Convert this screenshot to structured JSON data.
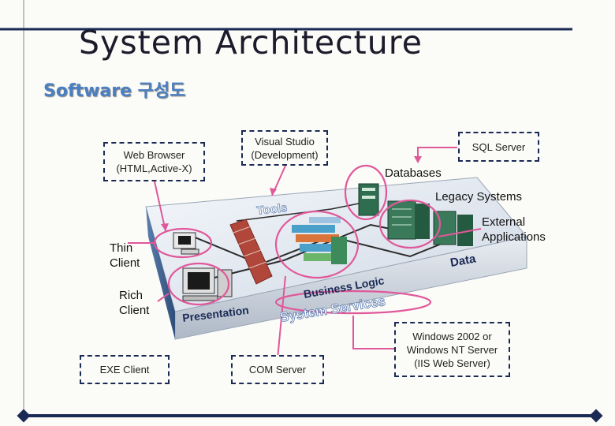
{
  "slide": {
    "title": "System Architecture",
    "subtitle": "Software 구성도"
  },
  "boxes": {
    "web_browser": "Web Browser\n(HTML,Active-X)",
    "visual_studio": "Visual Studio\n(Development)",
    "sql_server": "SQL Server",
    "exe_client": "EXE Client",
    "com_server": "COM Server",
    "windows_server": "Windows 2002 or\nWindows NT Server\n(IIS Web Server)"
  },
  "labels": {
    "databases": "Databases",
    "legacy_systems": "Legacy Systems",
    "external_applications": "External\nApplications",
    "thin_client": "Thin\nClient",
    "rich_client": "Rich\nClient"
  },
  "platform": {
    "tools": "Tools",
    "data": "Data",
    "business_logic": "Business Logic",
    "system_services": "System Services",
    "presentation": "Presentation"
  },
  "colors": {
    "accent_line": "#1a2a55",
    "callout": "#e0589a",
    "subtitle": "#4a7fc1"
  }
}
